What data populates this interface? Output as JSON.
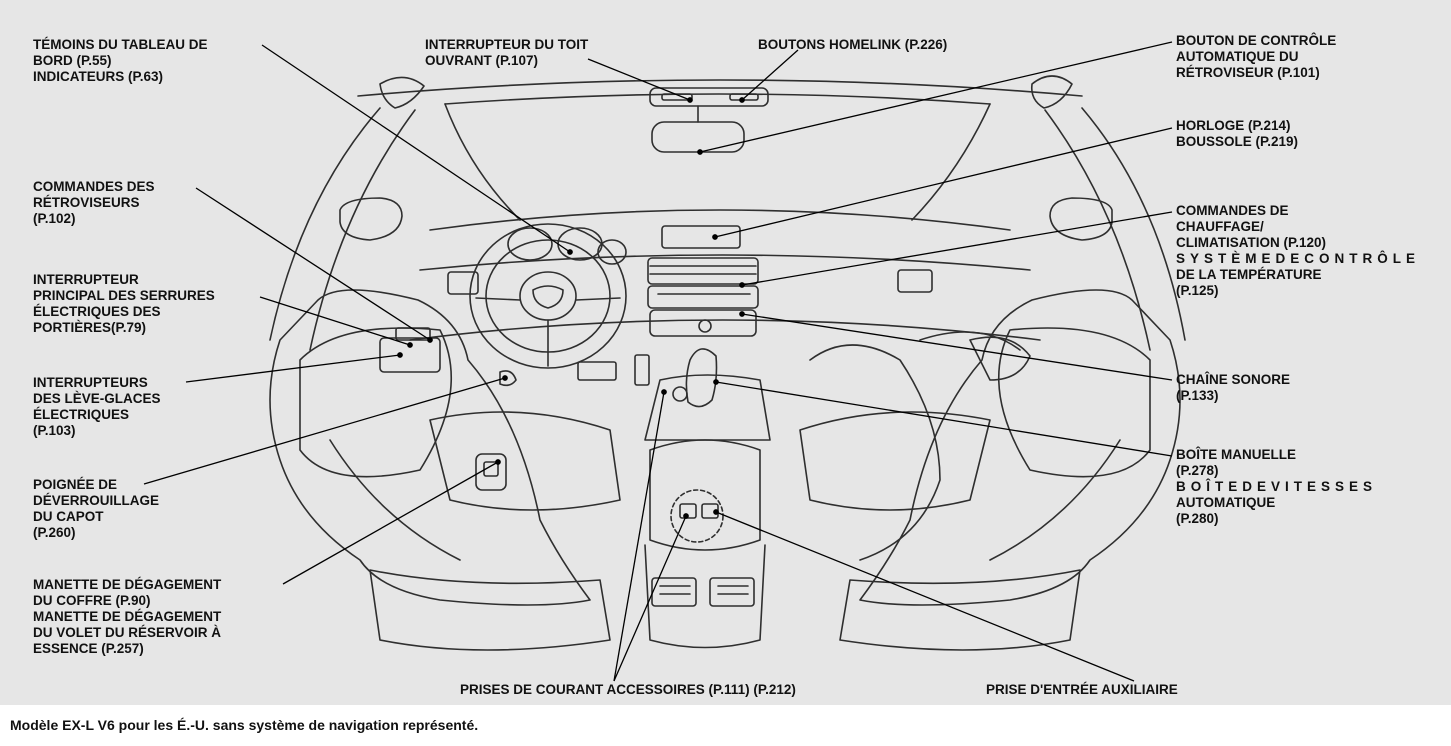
{
  "labels": {
    "temoins": [
      "TÉMOINS DU TABLEAU DE",
      "BORD (P.55)",
      "INDICATEURS (P.63)"
    ],
    "toit": [
      "INTERRUPTEUR DU TOIT",
      "OUVRANT  (P.107)"
    ],
    "homelink": [
      "BOUTONS HOMELINK  (P.226)"
    ],
    "retro_auto": [
      "BOUTON DE CONTRÔLE",
      "AUTOMATIQUE DU",
      "RÉTROVISEUR  (P.101)"
    ],
    "horloge": [
      "HORLOGE (P.214)",
      "BOUSSOLE  (P.219)"
    ],
    "commandes_retro": [
      "COMMANDES DES",
      "RÉTROVISEURS",
      "(P.102)"
    ],
    "chauffage": [
      "COMMANDES DE",
      "CHAUFFAGE/",
      "CLIMATISATION (P.120)",
      "SYSTÈMEDECONTRÔLE",
      "DE LA TEMPÉRATURE",
      "(P.125)"
    ],
    "serrures": [
      "INTERRUPTEUR",
      "PRINCIPAL DES SERRURES",
      "ÉLECTRIQUES DES",
      "PORTIÈRES(P.79)"
    ],
    "leve_glaces": [
      "INTERRUPTEURS",
      "DES LÈVE-GLACES",
      "ÉLECTRIQUES",
      "(P.103)"
    ],
    "chaine": [
      "CHAÎNE SONORE",
      "(P.133)"
    ],
    "capot": [
      "POIGNÉE DE",
      "DÉVERROUILLAGE",
      "DU CAPOT",
      "(P.260)"
    ],
    "boite": [
      "BOÎTE MANUELLE",
      "(P.278)",
      "BOÎTEDEVITESSES",
      "AUTOMATIQUE",
      "(P.280)"
    ],
    "coffre": [
      "MANETTE DE DÉGAGEMENT",
      "DU COFFRE  (P.90)",
      "MANETTE DE DÉGAGEMENT",
      "DU VOLET DU RÉSERVOIR À",
      "ESSENCE (P.257)"
    ],
    "prises": [
      "PRISES DE COURANT ACCESSOIRES (P.111) (P.212)"
    ],
    "aux": [
      "PRISE D'ENTRÉE AUXILIAIRE"
    ]
  },
  "caption": "Modèle EX-L V6 pour les É.-U. sans système de navigation représenté.",
  "colors": {
    "panel": "#e6e6e6",
    "line": "#2a2a2a",
    "text": "#111111"
  }
}
